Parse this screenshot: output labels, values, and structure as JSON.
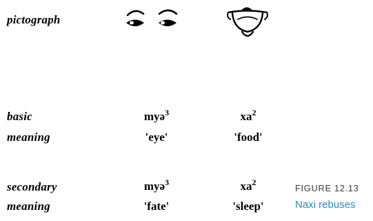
{
  "rows": {
    "pictograph": "pictograph",
    "basic_line1": "basic",
    "basic_line2": "meaning",
    "secondary_line1": "secondary",
    "secondary_line2": "meaning"
  },
  "columns": [
    {
      "pictograph_icon": "eyes-pictograph-icon",
      "basic_word": "myə",
      "basic_tone": "3",
      "basic_gloss": "'eye'",
      "secondary_word": "myə",
      "secondary_tone": "3",
      "secondary_gloss": "'fate'"
    },
    {
      "pictograph_icon": "food-bowl-pictograph-icon",
      "basic_word": "xa",
      "basic_tone": "2",
      "basic_gloss": "'food'",
      "secondary_word": "xa",
      "secondary_tone": "2",
      "secondary_gloss": "'sleep'"
    }
  ],
  "caption": {
    "label": "FIGURE 12.13",
    "title": "Naxi rebuses",
    "title_color": "#1f8fc4"
  }
}
